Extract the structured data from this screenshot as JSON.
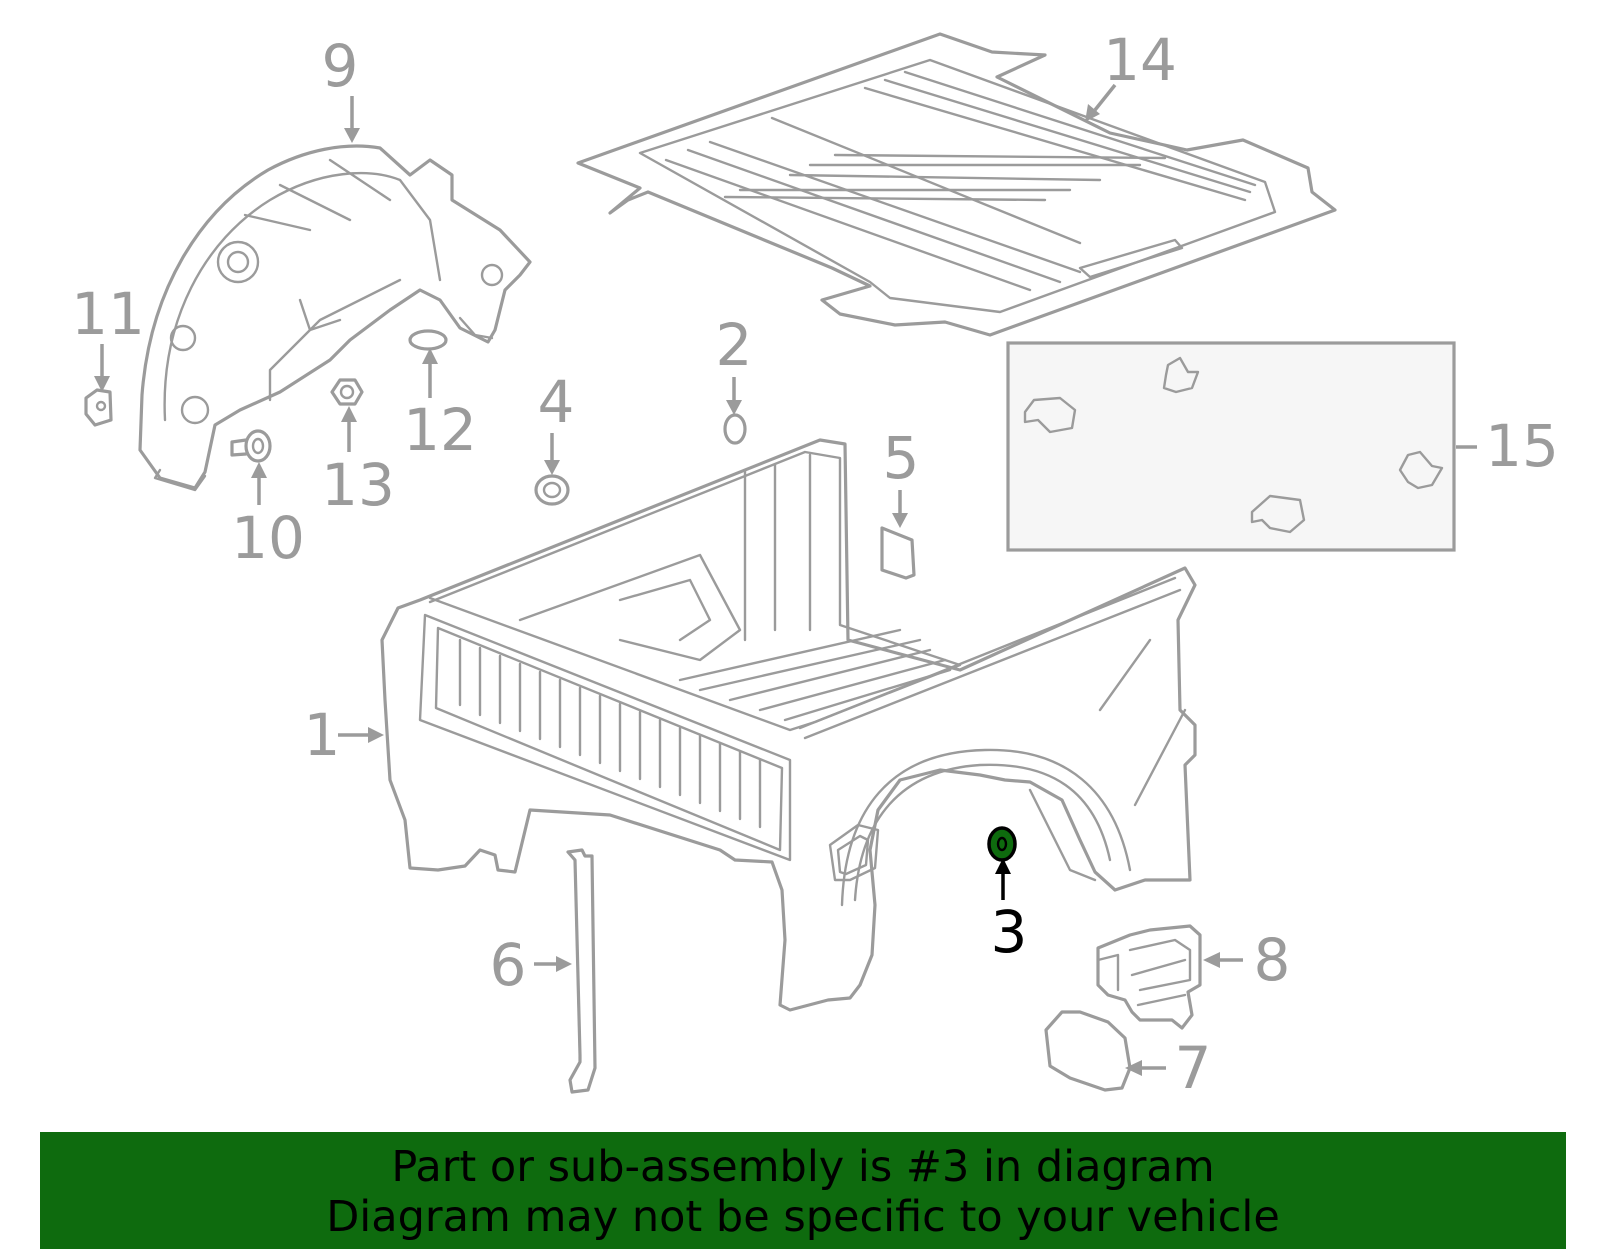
{
  "diagram": {
    "callouts": [
      "1",
      "2",
      "3",
      "4",
      "5",
      "6",
      "7",
      "8",
      "9",
      "10",
      "11",
      "12",
      "13",
      "14",
      "15"
    ],
    "highlighted": "3",
    "colors": {
      "line": "#9b9b9b",
      "highlight": "#0e6b0e",
      "active_text": "#000000"
    }
  },
  "banner": {
    "line1": "Part or sub-assembly is #3 in diagram",
    "line2": "Diagram may not be specific to your vehicle",
    "background": "#0e6b0e"
  }
}
